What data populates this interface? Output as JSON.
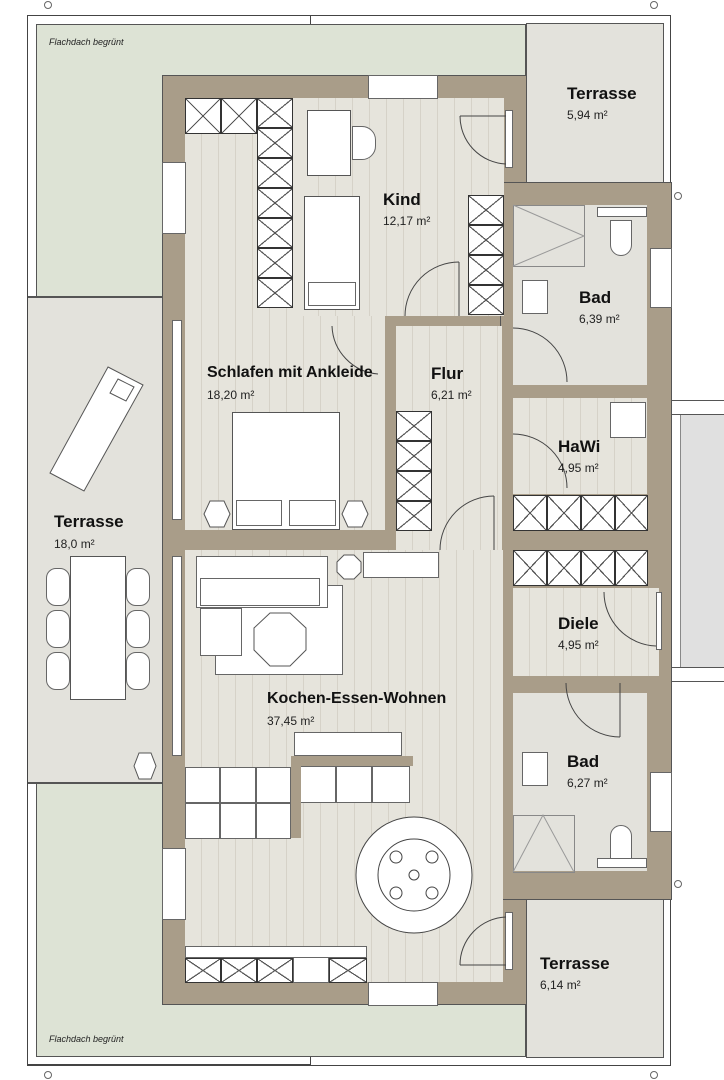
{
  "plan": {
    "colors": {
      "green_roof": "#dde3d5",
      "wall": "#a99d89",
      "floor": "#e6e4dc",
      "terrace": "#e3e2dc",
      "outside_grey": "#e0e0e0"
    },
    "notes": {
      "top": "Flachdach begrünt",
      "bottom": "Flachdach begrünt"
    },
    "rooms": {
      "kind": {
        "name": "Kind",
        "area": "12,17 m²"
      },
      "schlafen": {
        "name": "Schlafen mit Ankleide",
        "area": "18,20 m²"
      },
      "flur": {
        "name": "Flur",
        "area": "6,21 m²"
      },
      "bad_top": {
        "name": "Bad",
        "area": "6,39 m²"
      },
      "hawi": {
        "name": "HaWi",
        "area": "4,95 m²"
      },
      "diele": {
        "name": "Diele",
        "area": "4,95 m²"
      },
      "kochen": {
        "name": "Kochen-Essen-Wohnen",
        "area": "37,45 m²"
      },
      "bad_bottom": {
        "name": "Bad",
        "area": "6,27 m²"
      },
      "terrasse_top": {
        "name": "Terrasse",
        "area": "5,94 m²"
      },
      "terrasse_left": {
        "name": "Terrasse",
        "area": "18,0 m²"
      },
      "terrasse_bottom": {
        "name": "Terrasse",
        "area": "6,14 m²"
      }
    }
  }
}
